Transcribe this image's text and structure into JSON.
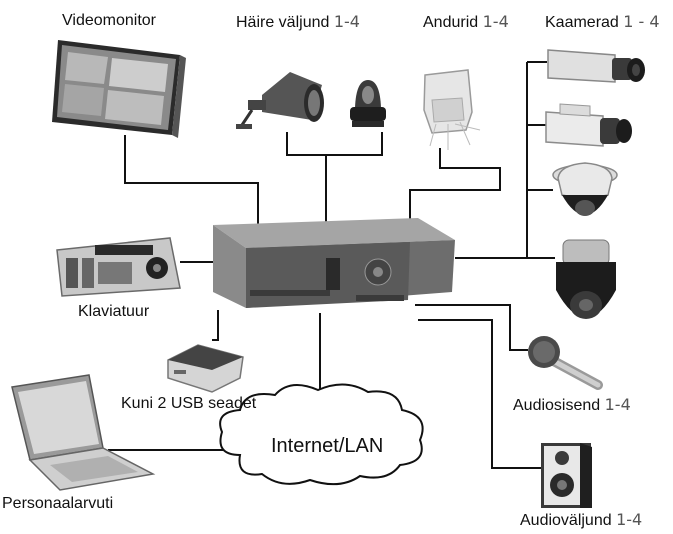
{
  "labels": {
    "videomonitor": "Videomonitor",
    "alarm_output": "Häire väljund",
    "alarm_output_range": "1-4",
    "sensors": "Andurid",
    "sensors_range": "1-4",
    "cameras": "Kaamerad",
    "cameras_range": "1 - 4",
    "keyboard": "Klaviatuur",
    "usb": "Kuni 2 USB seadet",
    "network": "Internet/LAN",
    "audio_input": "Audiosisend",
    "audio_input_range": "1-4",
    "pc": "Personaalarvuti",
    "audio_output": "Audioväljund",
    "audio_output_range": "1-4"
  },
  "colors": {
    "line": "#111111",
    "device_dark": "#2b2b2b",
    "device_mid": "#6b6b6b",
    "device_light": "#cfcfcf"
  }
}
